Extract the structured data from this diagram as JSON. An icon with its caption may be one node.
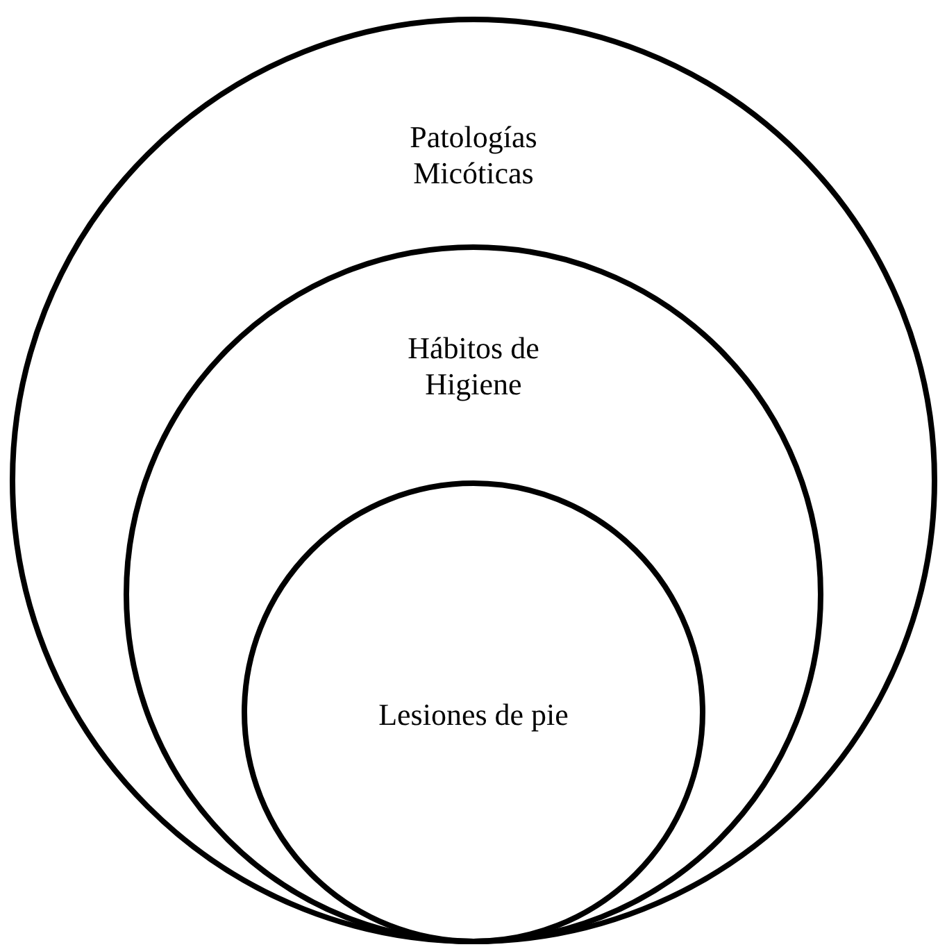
{
  "diagram": {
    "nodes": [
      {
        "text": [
          "Patologías Micóticas"
        ]
      },
      {
        "text": [
          "Hábitos de Higiene"
        ],
        "in": 0
      },
      {
        "text": [
          "Lesiones de pie"
        ],
        "in": 1
      }
    ]
  }
}
